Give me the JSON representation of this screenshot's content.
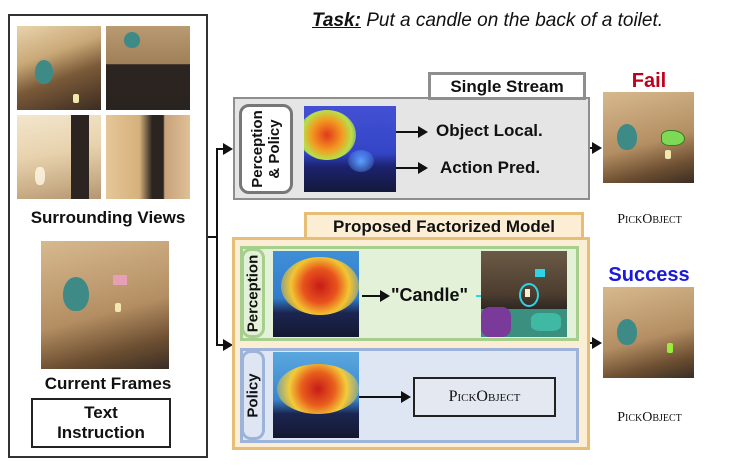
{
  "task": {
    "prefix": "Task:",
    "text": " Put a candle on the back of a toilet."
  },
  "left": {
    "surrounding_label": "Surrounding Views",
    "current_label": "Current Frames",
    "instruction_line1": "Text",
    "instruction_line2": "Instruction"
  },
  "single_stream": {
    "title": "Single Stream",
    "module_line1": "Perception",
    "module_line2": "& Policy",
    "output_object": "Object Local.",
    "output_action": "Action Pred."
  },
  "factorized": {
    "title": "Proposed Factorized Model",
    "perception_label": "Perception",
    "perception_output": "\"Candle\"",
    "policy_label": "Policy",
    "policy_action": "PickObject"
  },
  "results": {
    "fail_label": "Fail",
    "fail_action": "PickObject",
    "success_label": "Success",
    "success_action": "PickObject"
  },
  "colors": {
    "fail": "#c0001a",
    "success": "#1a1adb",
    "single_border": "#8e8e8e",
    "factorized_border": "#e7be76",
    "perception_border": "#a6cf8e",
    "policy_border": "#9db3da",
    "highlight_cyan": "#2fd3e6",
    "mask_green": "#7ed957"
  }
}
